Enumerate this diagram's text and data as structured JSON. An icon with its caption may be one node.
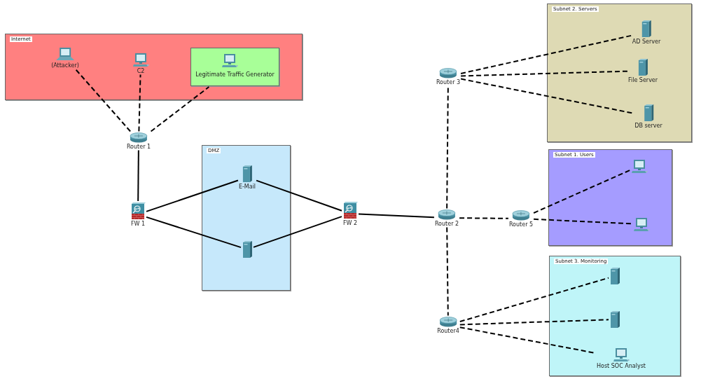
{
  "diagram": {
    "nodes": [
      {
        "text": [
          "Internet"
        ]
      },
      {
        "text": [
          "(Attacker)"
        ],
        "in": 0
      },
      {
        "text": [
          "C2"
        ],
        "in": 0
      },
      {
        "text": [
          "Legitimate Traffic Generator"
        ],
        "in": 0
      },
      {
        "text": [
          "Router 1"
        ]
      },
      {
        "text": [
          "DMZ"
        ]
      },
      {
        "text": [
          "E-Mail"
        ],
        "in": 5
      },
      {
        "text": [],
        "shape": "server",
        "in": 5
      },
      {
        "text": [
          "FW 1"
        ]
      },
      {
        "text": [
          "FW 2"
        ]
      },
      {
        "text": [
          "Router 2"
        ]
      },
      {
        "text": [
          "Router 3"
        ]
      },
      {
        "text": [
          "Router 5"
        ]
      },
      {
        "text": [
          "Router4"
        ]
      },
      {
        "text": [
          "Subnet 2. Servers"
        ]
      },
      {
        "text": [
          "AD Server"
        ],
        "in": 14
      },
      {
        "text": [
          "File Server"
        ],
        "in": 14
      },
      {
        "text": [
          "DB server"
        ],
        "in": 14
      },
      {
        "text": [
          "Subnet 1. Users"
        ]
      },
      {
        "text": [],
        "shape": "computer",
        "in": 18
      },
      {
        "text": [],
        "shape": "computer",
        "in": 18
      },
      {
        "text": [
          "Subnet 3. Monitoring"
        ]
      },
      {
        "text": [],
        "shape": "server",
        "in": 21
      },
      {
        "text": [],
        "shape": "server",
        "in": 21
      },
      {
        "text": [
          "Host SOC Analyst"
        ],
        "in": 21
      }
    ],
    "edges": [
      {
        "from": 4,
        "to": 1,
        "arrow": "none",
        "style": "dashed"
      },
      {
        "from": 4,
        "to": 2,
        "arrow": "none",
        "style": "dashed"
      },
      {
        "from": 4,
        "to": 3,
        "arrow": "none",
        "style": "dashed"
      },
      {
        "from": 4,
        "to": 8,
        "arrow": "none"
      },
      {
        "from": 8,
        "to": 6,
        "arrow": "none"
      },
      {
        "from": 8,
        "to": 7,
        "arrow": "none"
      },
      {
        "from": 6,
        "to": 9,
        "arrow": "none"
      },
      {
        "from": 7,
        "to": 9,
        "arrow": "none"
      },
      {
        "from": 9,
        "to": 10,
        "arrow": "none"
      },
      {
        "from": 10,
        "to": 11,
        "arrow": "none",
        "style": "dashed"
      },
      {
        "from": 10,
        "to": 12,
        "arrow": "none",
        "style": "dashed"
      },
      {
        "from": 10,
        "to": 13,
        "arrow": "none",
        "style": "dashed"
      },
      {
        "from": 11,
        "to": 15,
        "arrow": "none",
        "style": "dashed"
      },
      {
        "from": 11,
        "to": 16,
        "arrow": "none",
        "style": "dashed"
      },
      {
        "from": 11,
        "to": 17,
        "arrow": "none",
        "style": "dashed"
      },
      {
        "from": 12,
        "to": 19,
        "arrow": "none",
        "style": "dashed"
      },
      {
        "from": 12,
        "to": 20,
        "arrow": "none",
        "style": "dashed"
      },
      {
        "from": 13,
        "to": 22,
        "arrow": "none",
        "style": "dashed"
      },
      {
        "from": 13,
        "to": 23,
        "arrow": "none",
        "style": "dashed"
      },
      {
        "from": 13,
        "to": 24,
        "arrow": "none",
        "style": "dashed"
      }
    ]
  }
}
